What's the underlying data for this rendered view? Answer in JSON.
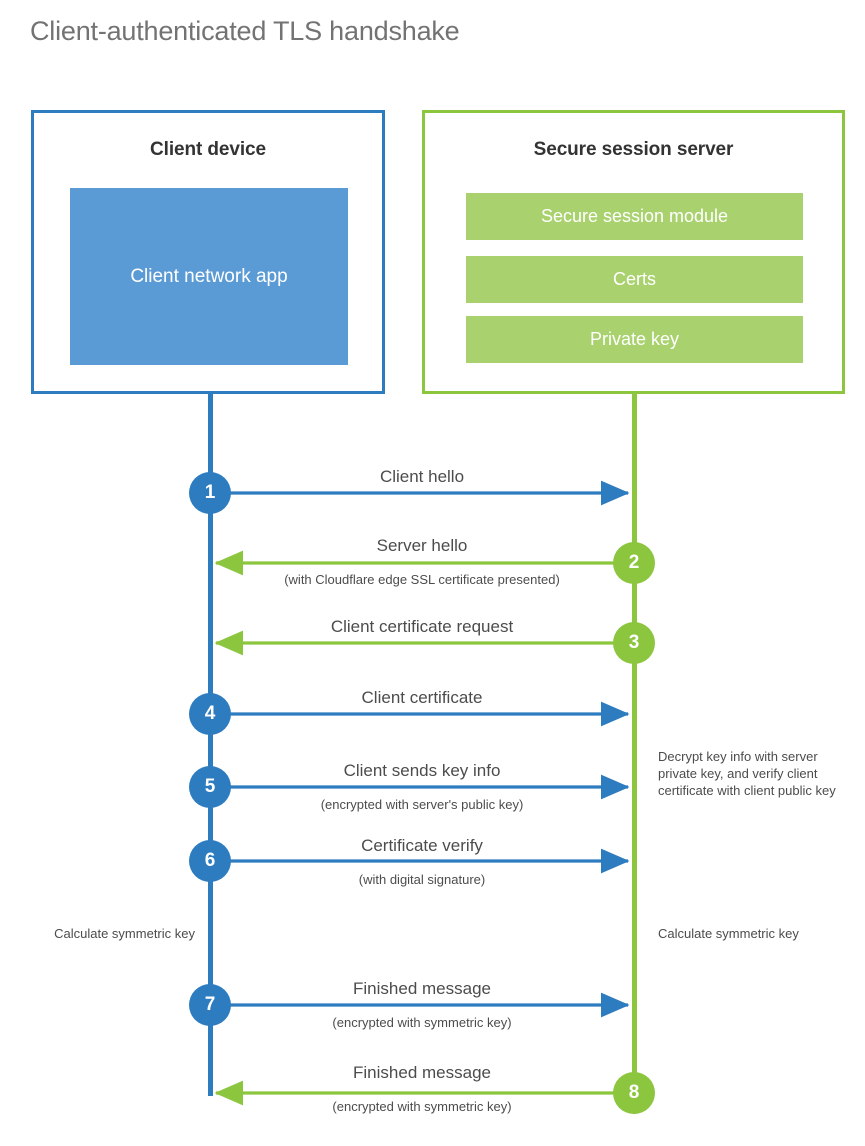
{
  "title": "Client-authenticated TLS handshake",
  "colors": {
    "client_blue": "#2e7cc0",
    "client_app_fill": "#5b9bd5",
    "server_green": "#8cc63f",
    "server_bar_fill": "#a9d26f",
    "text_gray": "#4c4c4c",
    "title_gray": "#737373"
  },
  "client_panel": {
    "title": "Client device",
    "app_label": "Client network app"
  },
  "server_panel": {
    "title": "Secure session server",
    "bars": [
      {
        "label": "Secure session module"
      },
      {
        "label": "Certs"
      },
      {
        "label": "Private key"
      }
    ]
  },
  "steps": [
    {
      "number": "1",
      "label": "Client hello",
      "sublabel": "",
      "direction": "right",
      "origin": "client"
    },
    {
      "number": "2",
      "label": "Server hello",
      "sublabel": "(with Cloudflare edge SSL certificate presented)",
      "direction": "left",
      "origin": "server"
    },
    {
      "number": "3",
      "label": "Client certificate request",
      "sublabel": "",
      "direction": "left",
      "origin": "server"
    },
    {
      "number": "4",
      "label": "Client certificate",
      "sublabel": "",
      "direction": "right",
      "origin": "client"
    },
    {
      "number": "5",
      "label": "Client sends key info",
      "sublabel": "(encrypted with server's public key)",
      "direction": "right",
      "origin": "client"
    },
    {
      "number": "6",
      "label": "Certificate verify",
      "sublabel": "(with digital signature)",
      "direction": "right",
      "origin": "client"
    },
    {
      "number": "7",
      "label": "Finished message",
      "sublabel": "(encrypted with symmetric key)",
      "direction": "right",
      "origin": "client"
    },
    {
      "number": "8",
      "label": "Finished message",
      "sublabel": "(encrypted with symmetric key)",
      "direction": "left",
      "origin": "server"
    }
  ],
  "notes": {
    "server_decrypt": "Decrypt key info with server private key, and verify client certificate with client public key",
    "client_calculate": "Calculate symmetric key",
    "server_calculate": "Calculate symmetric key"
  }
}
